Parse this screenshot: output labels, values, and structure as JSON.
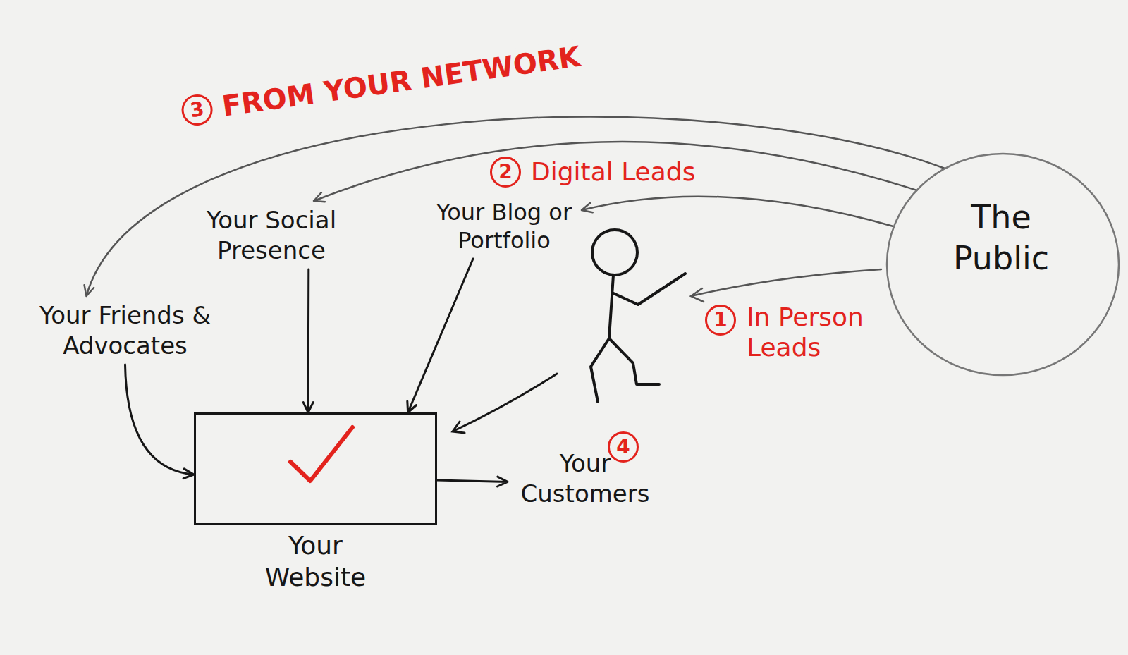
{
  "diagram": {
    "nodes": [
      {
        "text": [
          "Your Social Presence"
        ]
      },
      {
        "text": [
          "Your Blog or Portfolio"
        ]
      },
      {
        "text": [
          "The Public"
        ]
      },
      {
        "text": [
          "Your Friends & Advocates"
        ]
      },
      {
        "text": [
          "Your Website"
        ]
      },
      {
        "text": [
          "Your Customers"
        ]
      }
    ],
    "edges": [
      {
        "from": 2,
        "to": 3,
        "arrow": "to"
      },
      {
        "from": 2,
        "to": 0,
        "arrow": "to"
      },
      {
        "from": 2,
        "to": 1,
        "arrow": "to"
      },
      {
        "from": 3,
        "to": 4,
        "arrow": "to"
      },
      {
        "from": 0,
        "to": 4,
        "arrow": "to"
      },
      {
        "from": 1,
        "to": 4,
        "arrow": "to"
      },
      {
        "from": 4,
        "to": 5,
        "arrow": "to"
      }
    ],
    "labels": [
      "3",
      "FROM YOUR NETWORK",
      "2",
      "Digital Leads",
      "1",
      "In Person Leads",
      "4"
    ]
  }
}
